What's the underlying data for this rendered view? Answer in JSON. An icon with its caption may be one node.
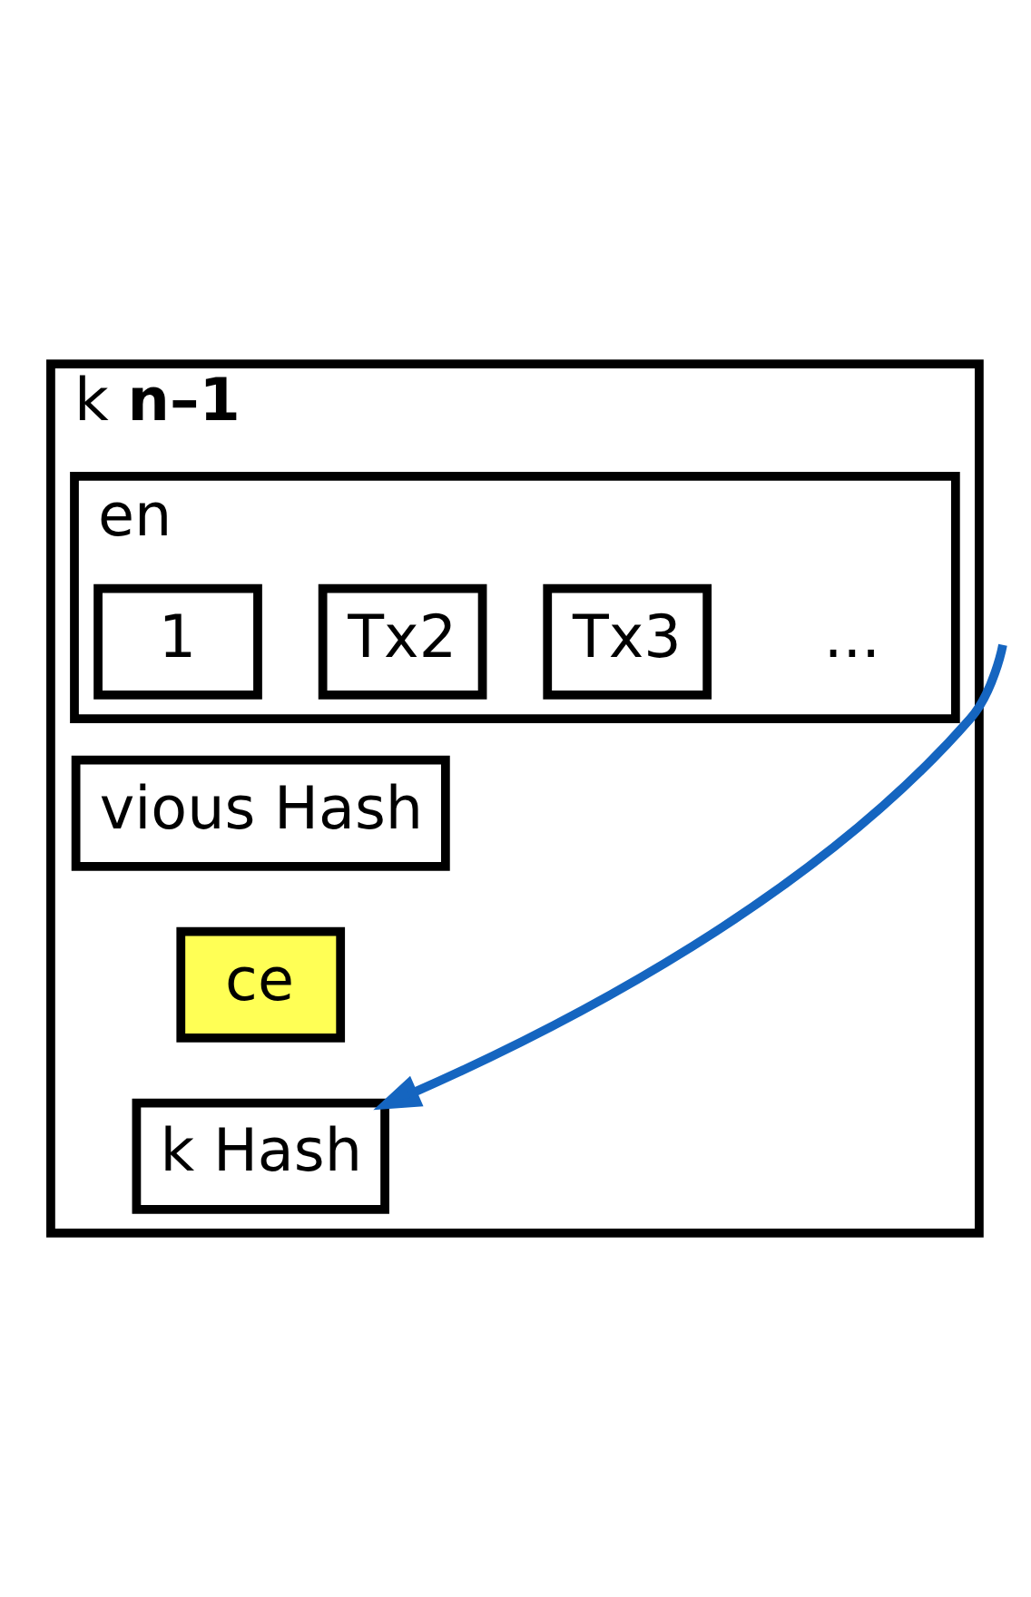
{
  "diagram": {
    "nodes": [
      {
        "text": [
          "k **n–1**"
        ]
      },
      {
        "text": [
          "en"
        ],
        "in": 0
      },
      {
        "text": [
          "1"
        ],
        "in": 1
      },
      {
        "text": [
          "Tx2"
        ],
        "in": 1
      },
      {
        "text": [
          "Tx3"
        ],
        "in": 1
      },
      {
        "text": [
          "vious Hash"
        ],
        "in": 0
      },
      {
        "text": [
          "ce"
        ],
        "in": 0
      },
      {
        "text": [
          "k Hash"
        ],
        "in": 0
      }
    ],
    "edges": [
      {
        "from": null,
        "to": 7,
        "arrow": "to",
        "color": "#1565c0"
      }
    ],
    "labels": [
      "..."
    ]
  }
}
